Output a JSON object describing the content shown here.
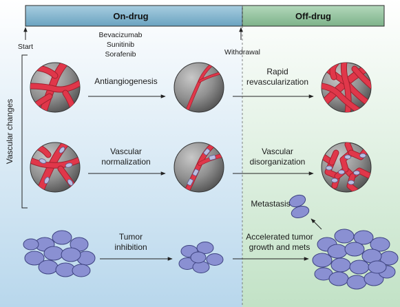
{
  "header": {
    "on_drug": "On-drug",
    "off_drug": "Off-drug"
  },
  "timeline": {
    "start": "Start",
    "withdrawal": "Withdrawal",
    "drugs": [
      "Bevacizumab",
      "Sunitinib",
      "Sorafenib"
    ]
  },
  "side_label": "Vascular changes",
  "rows": [
    {
      "on_effect_lines": [
        "Antiangiogenesis"
      ],
      "off_effect_lines": [
        "Rapid",
        "revascularization"
      ]
    },
    {
      "on_effect_lines": [
        "Vascular",
        "normalization"
      ],
      "off_effect_lines": [
        "Vascular",
        "disorganization"
      ]
    },
    {
      "on_effect_lines": [
        "Tumor",
        "inhibition"
      ],
      "off_effect_lines": [
        "Accelerated tumor",
        "growth and mets"
      ]
    }
  ],
  "metastasis": "Metastasis",
  "colors": {
    "on_bg": "#bcd9ec",
    "off_bg": "#c6e3c8",
    "on_bar": "#7fb2cc",
    "off_bar": "#8fbf9a",
    "vessel": "#e0374a",
    "cell": "#8a90d2",
    "circle": "#8e8e8e"
  }
}
